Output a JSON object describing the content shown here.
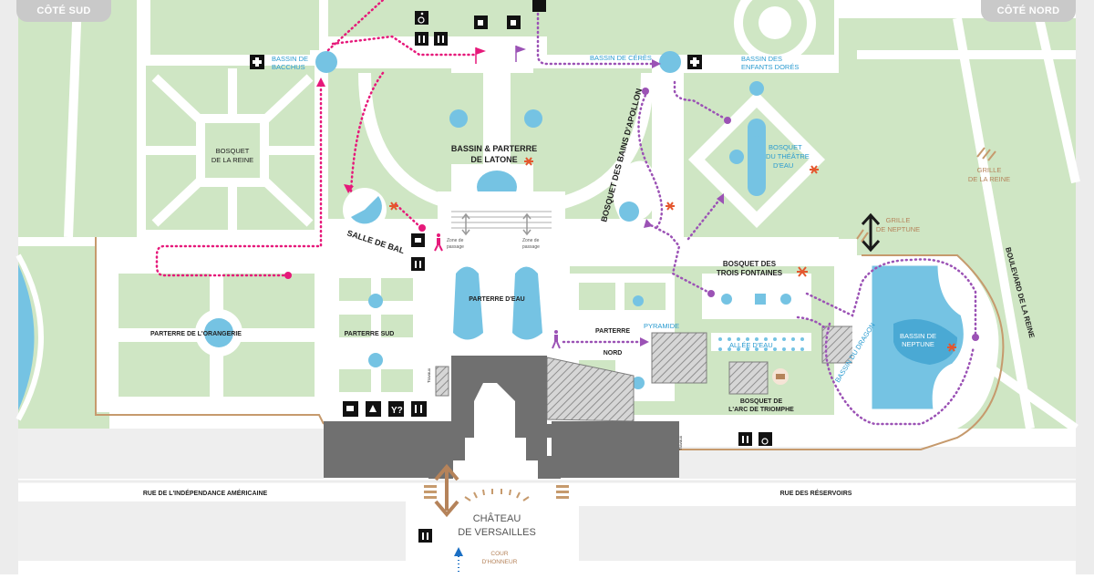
{
  "map": {
    "pills": {
      "left": "CÔTÉ SUD",
      "right": "CÔTÉ NORD"
    },
    "labels": {
      "bassin_bacchus": [
        "BASSIN DE",
        "BACCHUS"
      ],
      "bassin_ceres": "BASSIN DE CÉRÈS",
      "bassin_enfants": [
        "BASSIN DES",
        "ENFANTS DORÉS"
      ],
      "bosquet_reine": [
        "BOSQUET",
        "DE LA REINE"
      ],
      "latone": [
        "BASSIN & PARTERRE",
        "DE LATONE"
      ],
      "bains_apollon": "BOSQUET DES BAINS D'APOLLON",
      "theatre_eau": [
        "BOSQUET",
        "DU THÉÂTRE",
        "D'EAU"
      ],
      "grille_reine": [
        "GRILLE",
        "DE LA REINE"
      ],
      "grille_neptune": [
        "GRILLE",
        "DE NEPTUNE"
      ],
      "salle_bal": "SALLE DE BAL",
      "zone_passage_left": [
        "Zone de",
        "passage"
      ],
      "zone_passage_right": [
        "Zone de",
        "passage"
      ],
      "trois_fontaines": [
        "BOSQUET DES",
        "TROIS FONTAINES"
      ],
      "boulevard_reine": "BOULEVARD DE LA REINE",
      "parterre_orangerie": "PARTERRE DE L'ORANGERIE",
      "parterre_sud": "PARTERRE SUD",
      "parterre_eau": "PARTERRE D'EAU",
      "parterre_nord": [
        "PARTERRE",
        "NORD"
      ],
      "pyramide": "PYRAMIDE",
      "allee_eau": "ALLÉE D'EAU",
      "bassin_dragon": "BASSIN DU DRAGON",
      "bassin_neptune": [
        "BASSIN DE",
        "NEPTUNE"
      ],
      "arc_triomphe": [
        "BOSQUET DE",
        "L'ARC DE TRIOMPHE"
      ],
      "rue_independance": "RUE DE L'INDÉPENDANCE AMÉRICAINE",
      "rue_reservoirs": "RUE DES RÉSERVOIRS",
      "chateau": [
        "CHÂTEAU",
        "DE VERSAILLES"
      ],
      "cour_honneur": [
        "COUR",
        "D'HONNEUR"
      ],
      "travaux_left": "Travaux",
      "travaux_right": "Travaux"
    },
    "colors": {
      "grass": "#cfe6c4",
      "path": "#ffffff",
      "water": "#75c3e3",
      "building": "#707070",
      "hatch": "#b5b5b5",
      "pink": "#e6197a",
      "purple": "#9b52b5",
      "orange": "#e4572e",
      "brown": "#b5835a",
      "outline": "#c69a6d"
    },
    "icons": [
      "first-aid-icon",
      "wheelchair-icon",
      "toilets-icon",
      "cafe-icon",
      "info-icon",
      "restaurant-icon",
      "flag-icon",
      "pedestrian-icon",
      "double-arrow-icon"
    ]
  }
}
